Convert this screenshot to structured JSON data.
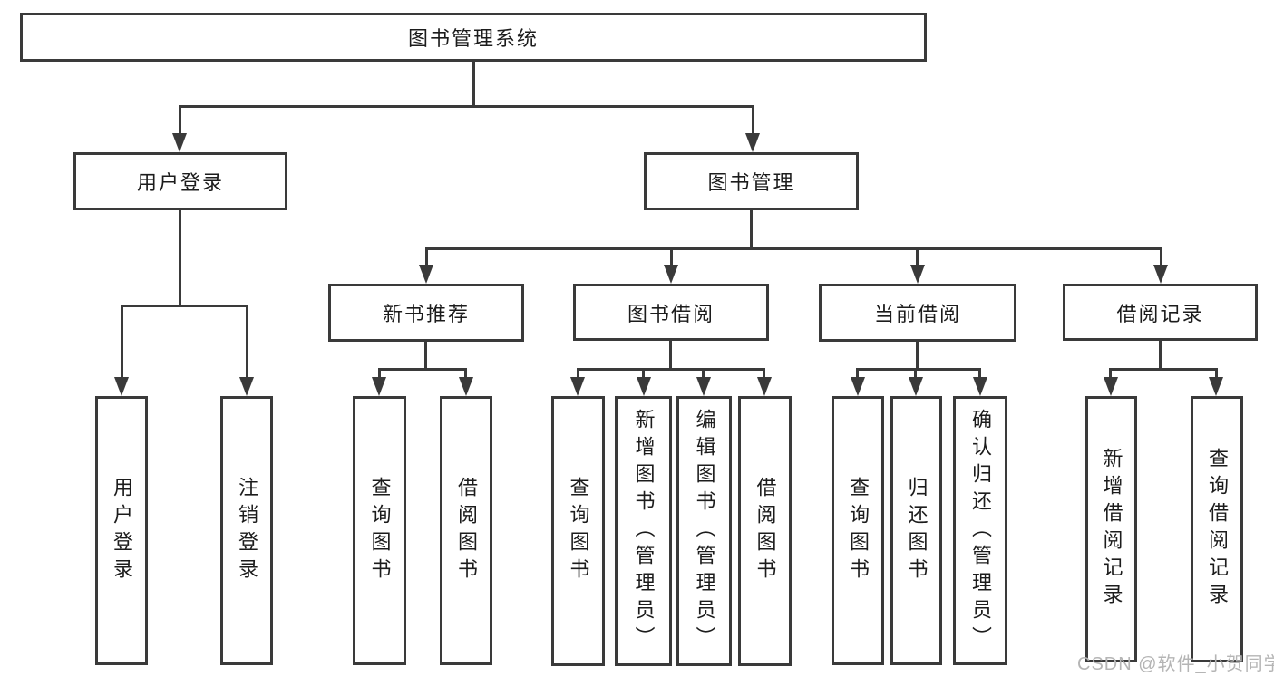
{
  "page": {
    "background_color": "#ffffff",
    "line_color": "#3a3a3a",
    "text_color": "#1c1c1c",
    "watermark_color": "#b5b5b5"
  },
  "diagram": {
    "title": "图书管理系统",
    "nodes": [
      {
        "id": "root",
        "label": "图书管理系统",
        "orientation": "horizontal",
        "level": 1
      },
      {
        "id": "user-login",
        "label": "用户登录",
        "orientation": "horizontal",
        "level": 2
      },
      {
        "id": "book-management",
        "label": "图书管理",
        "orientation": "horizontal",
        "level": 2
      },
      {
        "id": "new-book-recommend",
        "label": "新书推荐",
        "orientation": "horizontal",
        "level": 3
      },
      {
        "id": "book-borrowing",
        "label": "图书借阅",
        "orientation": "horizontal",
        "level": 3
      },
      {
        "id": "current-borrowing",
        "label": "当前借阅",
        "orientation": "horizontal",
        "level": 3
      },
      {
        "id": "borrowing-records",
        "label": "借阅记录",
        "orientation": "horizontal",
        "level": 3
      },
      {
        "id": "leaf-user-login",
        "label": "用户登录",
        "orientation": "vertical",
        "level": 4,
        "parent": "user-login"
      },
      {
        "id": "leaf-logout",
        "label": "注销登录",
        "orientation": "vertical",
        "level": 4,
        "parent": "user-login"
      },
      {
        "id": "leaf-query-books-recommend",
        "label": "查询图书",
        "orientation": "vertical",
        "level": 4,
        "parent": "new-book-recommend"
      },
      {
        "id": "leaf-borrow-books-recommend",
        "label": "借阅图书",
        "orientation": "vertical",
        "level": 4,
        "parent": "new-book-recommend"
      },
      {
        "id": "leaf-query-books-borrowing",
        "label": "查询图书",
        "orientation": "vertical",
        "level": 4,
        "parent": "book-borrowing"
      },
      {
        "id": "leaf-add-books-admin",
        "label": "新增图书（管理员）",
        "orientation": "vertical",
        "level": 4,
        "parent": "book-borrowing"
      },
      {
        "id": "leaf-edit-books-admin",
        "label": "编辑图书（管理员）",
        "orientation": "vertical",
        "level": 4,
        "parent": "book-borrowing"
      },
      {
        "id": "leaf-borrow-books-borrowing",
        "label": "借阅图书",
        "orientation": "vertical",
        "level": 4,
        "parent": "book-borrowing"
      },
      {
        "id": "leaf-query-books-current",
        "label": "查询图书",
        "orientation": "vertical",
        "level": 4,
        "parent": "current-borrowing"
      },
      {
        "id": "leaf-return-books",
        "label": "归还图书",
        "orientation": "vertical",
        "level": 4,
        "parent": "current-borrowing"
      },
      {
        "id": "leaf-confirm-return-admin",
        "label": "确认归还（管理员）",
        "orientation": "vertical",
        "level": 4,
        "parent": "current-borrowing"
      },
      {
        "id": "leaf-add-borrow-record",
        "label": "新增借阅记录",
        "orientation": "vertical",
        "level": 4,
        "parent": "borrowing-records"
      },
      {
        "id": "leaf-query-borrow-record",
        "label": "查询借阅记录",
        "orientation": "vertical",
        "level": 4,
        "parent": "borrowing-records"
      }
    ]
  },
  "watermark": {
    "text": "CSDN @软件_小贺同学"
  }
}
